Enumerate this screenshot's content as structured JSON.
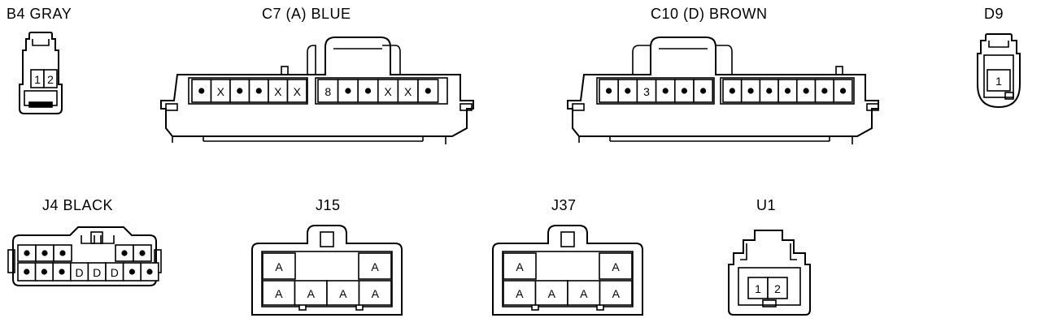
{
  "connectors": {
    "b4": {
      "label": "B4  GRAY",
      "pins": [
        "1",
        "2"
      ]
    },
    "c7": {
      "label": "C7 (A)  BLUE",
      "left": [
        "•",
        "X",
        "•",
        "•",
        "X",
        "X"
      ],
      "right": [
        "8",
        "•",
        "•",
        "X",
        "X",
        "•"
      ]
    },
    "c10": {
      "label": "C10 (D)  BROWN",
      "left": [
        "•",
        "•",
        "3",
        "•",
        "•",
        "•"
      ],
      "right": [
        "•",
        "•",
        "•",
        "•",
        "•",
        "•",
        "•"
      ]
    },
    "d9": {
      "label": "D9",
      "pins": [
        "1"
      ]
    },
    "j4": {
      "label": "J4  BLACK",
      "top": [
        "•",
        "•",
        "•",
        "•",
        "•"
      ],
      "bottom": [
        "•",
        "•",
        "•",
        "D",
        "D",
        "D",
        "•",
        "•"
      ]
    },
    "j15": {
      "label": "J15",
      "top": [
        "A",
        "A"
      ],
      "bottom": [
        "A",
        "A",
        "A",
        "A"
      ]
    },
    "j37": {
      "label": "J37",
      "top": [
        "A",
        "A"
      ],
      "bottom": [
        "A",
        "A",
        "A",
        "A"
      ]
    },
    "u1": {
      "label": "U1",
      "pins": [
        "1",
        "2"
      ]
    }
  }
}
